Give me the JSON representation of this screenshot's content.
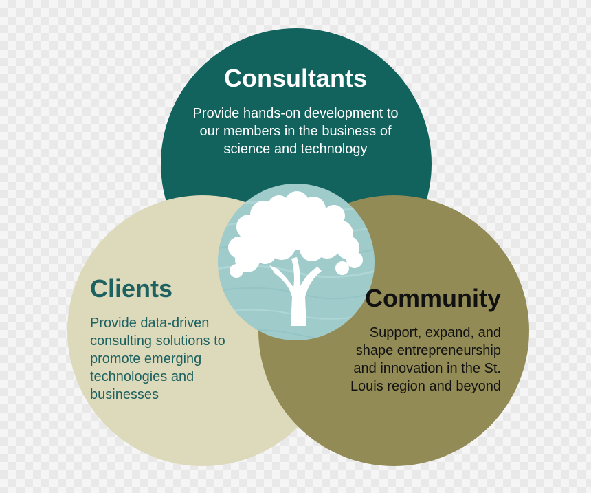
{
  "colors": {
    "consultants": "#12625d",
    "clients": "#ddd9bb",
    "community": "#928b55",
    "center": "#9fcbcb",
    "tree": "#ffffff",
    "clients_text": "#1d6160",
    "community_text": "#111111"
  },
  "consultants": {
    "title": "Consultants",
    "description": "Provide hands-on development to our members in the business of science and technology"
  },
  "clients": {
    "title": "Clients",
    "description": "Provide data-driven consulting solutions to promote emerging technologies and businesses"
  },
  "community": {
    "title": "Community",
    "description": "Support, expand, and shape entrepreneurship and innovation in the St. Louis region and beyond"
  },
  "center": {
    "icon": "tree-icon"
  }
}
